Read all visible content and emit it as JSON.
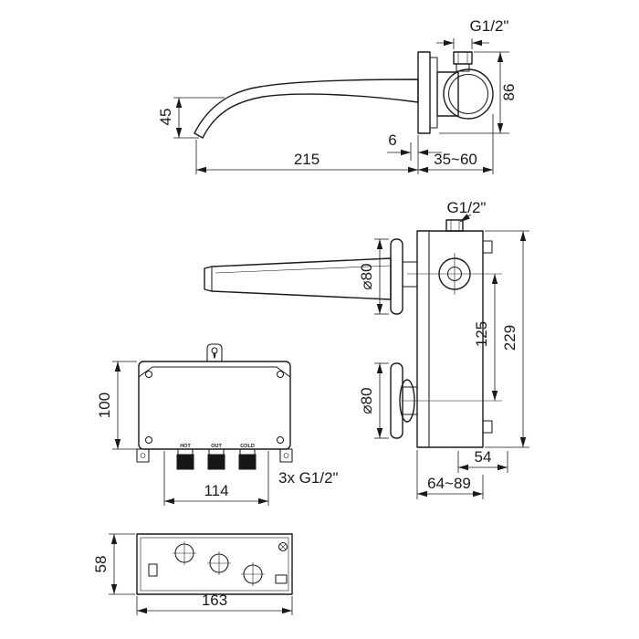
{
  "page": {
    "background": "#ffffff",
    "ink": "#1a1a1a"
  },
  "views": {
    "spout_side": {
      "thread_label": "G1/2\"",
      "dim_body_height": "86",
      "dim_spout_drop": "45",
      "dim_plate_gap": "6",
      "dim_spout_reach": "215",
      "dim_wall_depth_range": "35~60"
    },
    "mixer_side": {
      "thread_label": "G1/2\"",
      "dim_plate_top_diameter": "⌀80",
      "dim_plate_bottom_diameter": "⌀80",
      "dim_valve_spacing": "125",
      "dim_overall_height": "229",
      "dim_body_width": "54",
      "dim_install_depth_range": "64~89"
    },
    "control_box_front": {
      "dim_height": "100",
      "dim_port_span": "114",
      "ports_note": "3x G1/2\"",
      "port_labels": {
        "hot": "HOT",
        "out": "OUT",
        "cold": "COLD"
      }
    },
    "control_box_top": {
      "dim_depth": "58",
      "dim_width": "163"
    }
  }
}
